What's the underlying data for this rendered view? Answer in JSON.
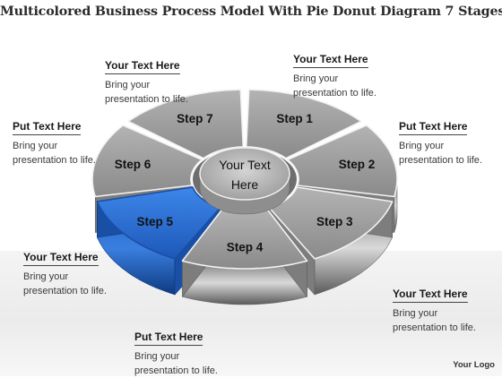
{
  "title": "Multicolored Business Process Model With Pie Donut Diagram 7 Stages",
  "center_text": [
    "Your Text",
    "Here"
  ],
  "steps": [
    "Step 1",
    "Step 2",
    "Step 3",
    "Step 4",
    "Step 5",
    "Step 6",
    "Step 7"
  ],
  "highlight_step_index": 4,
  "colors": {
    "segment_top": "#9a9a9a",
    "segment_side": "#707070",
    "highlight_top": "#2c6fd1",
    "highlight_side": "#134a9c"
  },
  "callouts": [
    {
      "heading": "Your Text Here",
      "body": [
        "Bring your",
        "presentation to life."
      ]
    },
    {
      "heading": "Put Text Here",
      "body": [
        "Bring your",
        "presentation to life."
      ]
    },
    {
      "heading": "Your Text Here",
      "body": [
        "Bring your",
        "presentation to life."
      ]
    },
    {
      "heading": "Put Text Here",
      "body": [
        "Bring your",
        "presentation to life."
      ]
    },
    {
      "heading": "Your Text Here",
      "body": [
        "Bring your",
        "presentation to life."
      ]
    },
    {
      "heading": "Your Text Here",
      "body": [
        "Bring your",
        "presentation to life."
      ]
    },
    {
      "heading": "Put Text Here",
      "body": [
        "Bring your",
        "presentation to life."
      ]
    }
  ],
  "logo": "Your Logo"
}
